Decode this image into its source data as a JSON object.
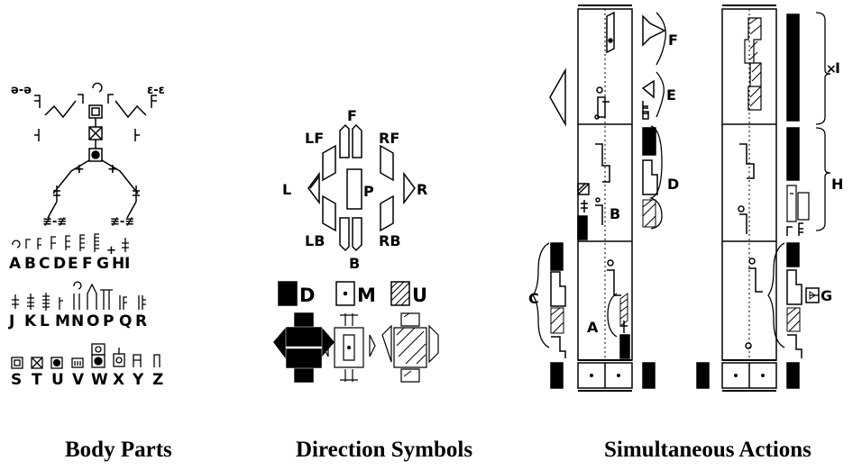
{
  "panels": {
    "body_parts": {
      "caption": "Body Parts",
      "letters_row1": [
        "A",
        "B",
        "C",
        "D",
        "E",
        "F",
        "G",
        "H",
        "I"
      ],
      "letters_row2": [
        "J",
        "K",
        "L",
        "M",
        "N",
        "O",
        "P",
        "Q",
        "R"
      ],
      "letters_row3": [
        "S",
        "T",
        "U",
        "V",
        "W",
        "X",
        "Y",
        "Z"
      ]
    },
    "direction_symbols": {
      "caption": "Direction Symbols",
      "directions": [
        "F",
        "LF",
        "RF",
        "L",
        "P",
        "R",
        "LB",
        "RB",
        "B"
      ],
      "levels": [
        "D",
        "M",
        "U"
      ]
    },
    "simultaneous_actions": {
      "caption": "Simultaneous Actions",
      "labels": [
        "F",
        "E",
        "D",
        "B",
        "C",
        "A",
        "I",
        "H",
        "G"
      ],
      "i_prefix": "×"
    }
  }
}
